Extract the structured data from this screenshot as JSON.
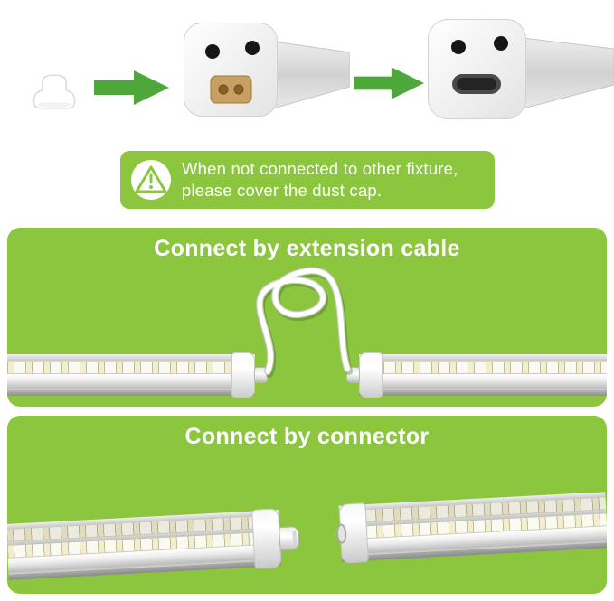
{
  "warning": {
    "line1": "When not connected to other fixture,",
    "line2": "please cover the dust cap."
  },
  "sections": [
    {
      "title": "Connect by extension cable"
    },
    {
      "title": "Connect by connector"
    }
  ],
  "icons": {
    "arrow-right-icon": "➔",
    "warning-triangle-icon": "⚠",
    "dust-cap": "white end cap shape"
  },
  "colors": {
    "panel-green": "#8CC63F",
    "arrow-green": "#4EA73B",
    "text-white": "#FFFFFF",
    "led-cream": "#F4EECD",
    "tube-gray": "#C9C9C9"
  }
}
